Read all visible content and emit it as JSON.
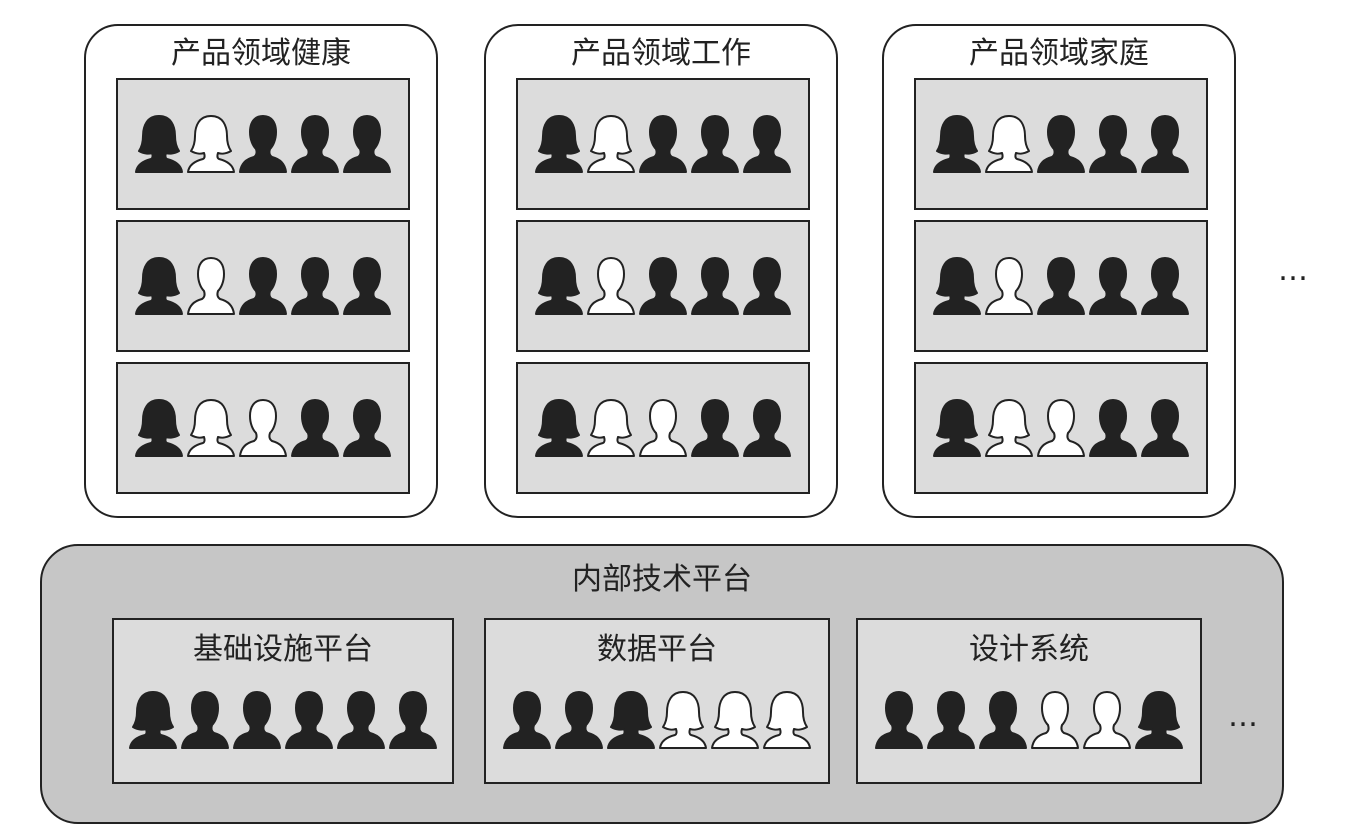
{
  "domains": [
    {
      "title": "产品领域健康",
      "teams": [
        [
          "female-dark",
          "female-light",
          "male-dark",
          "male-dark",
          "male-dark"
        ],
        [
          "female-dark",
          "male-light",
          "male-dark",
          "male-dark",
          "male-dark"
        ],
        [
          "female-dark",
          "female-light",
          "male-light",
          "male-dark",
          "male-dark"
        ]
      ]
    },
    {
      "title": "产品领域工作",
      "teams": [
        [
          "female-dark",
          "female-light",
          "male-dark",
          "male-dark",
          "male-dark"
        ],
        [
          "female-dark",
          "male-light",
          "male-dark",
          "male-dark",
          "male-dark"
        ],
        [
          "female-dark",
          "female-light",
          "male-light",
          "male-dark",
          "male-dark"
        ]
      ]
    },
    {
      "title": "产品领域家庭",
      "teams": [
        [
          "female-dark",
          "female-light",
          "male-dark",
          "male-dark",
          "male-dark"
        ],
        [
          "female-dark",
          "male-light",
          "male-dark",
          "male-dark",
          "male-dark"
        ],
        [
          "female-dark",
          "female-light",
          "male-light",
          "male-dark",
          "male-dark"
        ]
      ]
    }
  ],
  "domains_more": "…",
  "platform": {
    "title": "内部技术平台",
    "teams": [
      {
        "title": "基础设施平台",
        "members": [
          "female-dark",
          "male-dark",
          "male-dark",
          "male-dark",
          "male-dark",
          "male-dark"
        ]
      },
      {
        "title": "数据平台",
        "members": [
          "male-dark",
          "male-dark",
          "female-dark",
          "female-light",
          "female-light",
          "female-light"
        ]
      },
      {
        "title": "设计系统",
        "members": [
          "male-dark",
          "male-dark",
          "male-dark",
          "male-light",
          "male-light",
          "female-dark"
        ]
      }
    ],
    "more": "…"
  },
  "colors": {
    "dark_person": "#222222",
    "light_person": "#ffffff",
    "team_fill": "#dcdcdc",
    "platform_fill": "#c6c6c6",
    "stroke": "#222222"
  }
}
